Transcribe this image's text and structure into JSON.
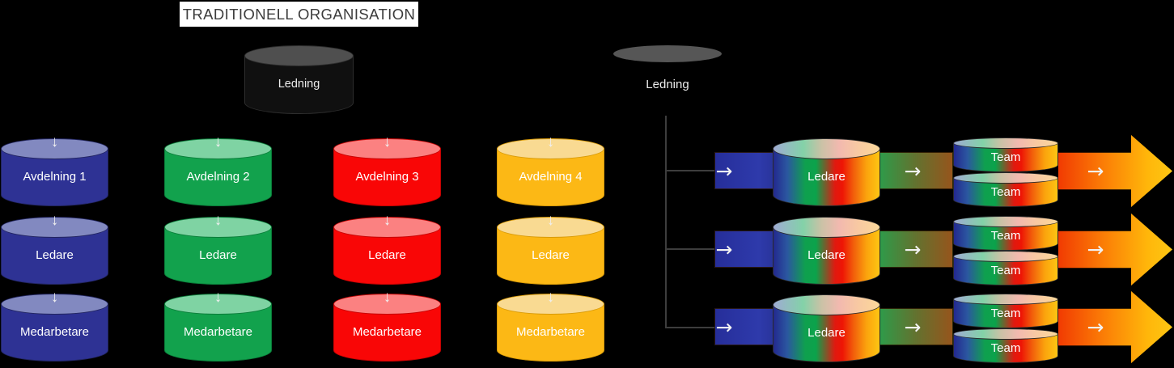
{
  "title": "TRADITIONELL ORGANISATION",
  "traditional": {
    "ledning": "Ledning",
    "columns": [
      {
        "color": "#2e3294",
        "levels": [
          "Avdelning 1",
          "Ledare",
          "Medarbetare"
        ]
      },
      {
        "color": "#12a24d",
        "levels": [
          "Avdelning 2",
          "Ledare",
          "Medarbetare"
        ]
      },
      {
        "color": "#f90606",
        "levels": [
          "Avdelning 3",
          "Ledare",
          "Medarbetare"
        ]
      },
      {
        "color": "#fcb815",
        "levels": [
          "Avdelning 4",
          "Ledare",
          "Medarbetare"
        ]
      }
    ]
  },
  "agile": {
    "ledning": "Ledning",
    "rows": [
      {
        "ledare": "Ledare",
        "teams": [
          "Team",
          "Team"
        ]
      },
      {
        "ledare": "Ledare",
        "teams": [
          "Team",
          "Team"
        ]
      },
      {
        "ledare": "Ledare",
        "teams": [
          "Team",
          "Team"
        ]
      }
    ]
  },
  "icons": {
    "down_arrow": "↓",
    "right_arrow": "→"
  },
  "colors": {
    "background": "#000000",
    "title_bg": "#ffffff",
    "title_text": "#3c3c3c",
    "gray_ellipse": "#565656",
    "connector_line": "#3d3d3d",
    "flow_blue_bar": "#2e3aab",
    "flow_green_bar_start": "#2e9b4a",
    "flow_green_bar_end": "#96551c",
    "big_arrow_start": "#f13b02",
    "big_arrow_end": "#fec713",
    "rainbow_stops": [
      "#23298f",
      "#0ba24b",
      "#ee1505",
      "#fdc513"
    ]
  }
}
